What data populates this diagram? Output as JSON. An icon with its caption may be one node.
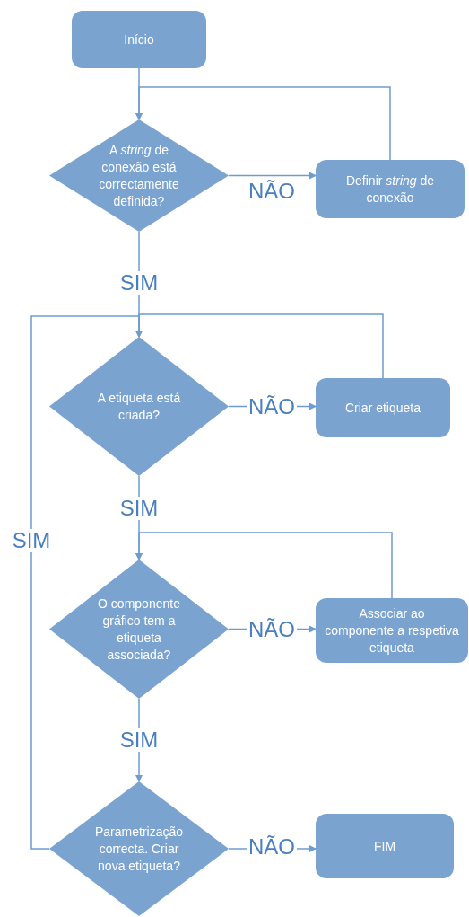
{
  "diagram": {
    "nodes": [
      {
        "text": [
          "Início"
        ]
      },
      {
        "text": [
          "A *string* de conexão está correctamente definida?"
        ]
      },
      {
        "text": [
          "Definir *string* de conexão"
        ]
      },
      {
        "text": [
          "A etiqueta está criada?"
        ]
      },
      {
        "text": [
          "Criar etiqueta"
        ]
      },
      {
        "text": [
          "O componente gráfico tem a etiqueta associada?"
        ]
      },
      {
        "text": [
          "Associar ao componente a respetiva etiqueta"
        ]
      },
      {
        "text": [
          "Parametrização correcta. Criar nova etiqueta?"
        ]
      },
      {
        "text": [
          "FIM"
        ]
      }
    ],
    "edges": [
      {
        "from": 0,
        "to": 1,
        "arrow": "to"
      },
      {
        "from": 1,
        "to": 2,
        "arrow": "to",
        "label": "NÃO"
      },
      {
        "from": 2,
        "to": 1,
        "arrow": "to"
      },
      {
        "from": 1,
        "to": 3,
        "arrow": "to",
        "label": "SIM"
      },
      {
        "from": 3,
        "to": 4,
        "arrow": "to",
        "label": "NÃO"
      },
      {
        "from": 4,
        "to": 3,
        "arrow": "to"
      },
      {
        "from": 3,
        "to": 5,
        "arrow": "to",
        "label": "SIM"
      },
      {
        "from": 5,
        "to": 6,
        "arrow": "to",
        "label": "NÃO"
      },
      {
        "from": 6,
        "to": 5,
        "arrow": "to"
      },
      {
        "from": 5,
        "to": 7,
        "arrow": "to",
        "label": "SIM"
      },
      {
        "from": 7,
        "to": 8,
        "arrow": "to",
        "label": "NÃO"
      },
      {
        "from": 7,
        "to": 3,
        "arrow": "to",
        "label": "SIM"
      }
    ]
  }
}
